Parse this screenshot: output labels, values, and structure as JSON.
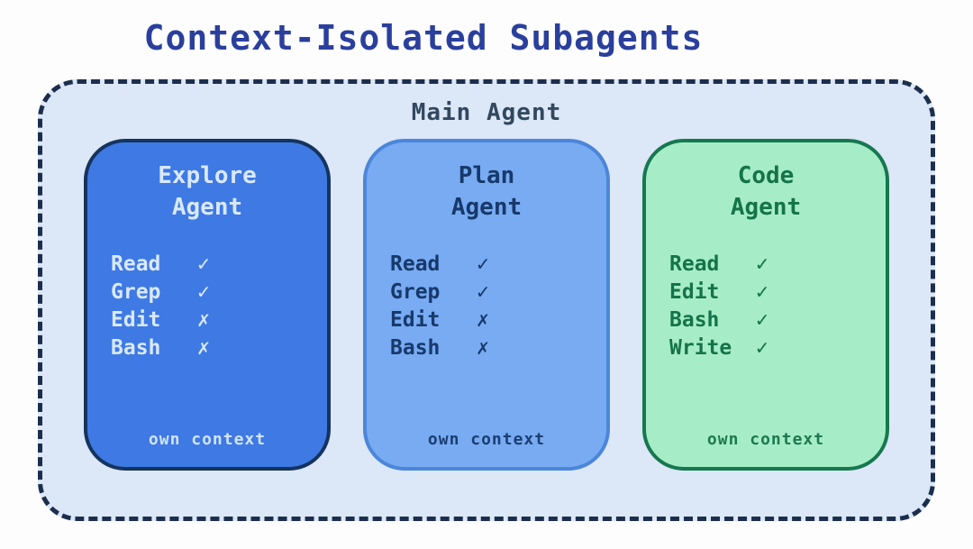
{
  "title": "Context-Isolated Subagents",
  "container": {
    "label": "Main Agent"
  },
  "agents": [
    {
      "id": "explore",
      "name_line1": "Explore",
      "name_line2": "Agent",
      "tools": [
        {
          "name": "Read",
          "mark": "✓"
        },
        {
          "name": "Grep",
          "mark": "✓"
        },
        {
          "name": "Edit",
          "mark": "✗"
        },
        {
          "name": "Bash",
          "mark": "✗"
        }
      ],
      "footer": "own context",
      "theme": {
        "background": "#3e79e4",
        "border": "#14345e",
        "text": "#d9e9fc"
      }
    },
    {
      "id": "plan",
      "name_line1": "Plan",
      "name_line2": "Agent",
      "tools": [
        {
          "name": "Read",
          "mark": "✓"
        },
        {
          "name": "Grep",
          "mark": "✓"
        },
        {
          "name": "Edit",
          "mark": "✗"
        },
        {
          "name": "Bash",
          "mark": "✗"
        }
      ],
      "footer": "own context",
      "theme": {
        "background": "#78abf2",
        "border": "#4c86da",
        "text": "#17396b"
      }
    },
    {
      "id": "code",
      "name_line1": "Code",
      "name_line2": "Agent",
      "tools": [
        {
          "name": "Read",
          "mark": "✓"
        },
        {
          "name": "Edit",
          "mark": "✓"
        },
        {
          "name": "Bash",
          "mark": "✓"
        },
        {
          "name": "Write",
          "mark": "✓"
        }
      ],
      "footer": "own context",
      "theme": {
        "background": "#a6edc7",
        "border": "#16784f",
        "text": "#157349"
      }
    }
  ],
  "colors": {
    "page_background": "#fdfdfe",
    "container_background": "#dce7f7",
    "container_border": "#1c2e4d",
    "title_text": "#2a3f9d",
    "main_agent_text": "#31485f"
  }
}
